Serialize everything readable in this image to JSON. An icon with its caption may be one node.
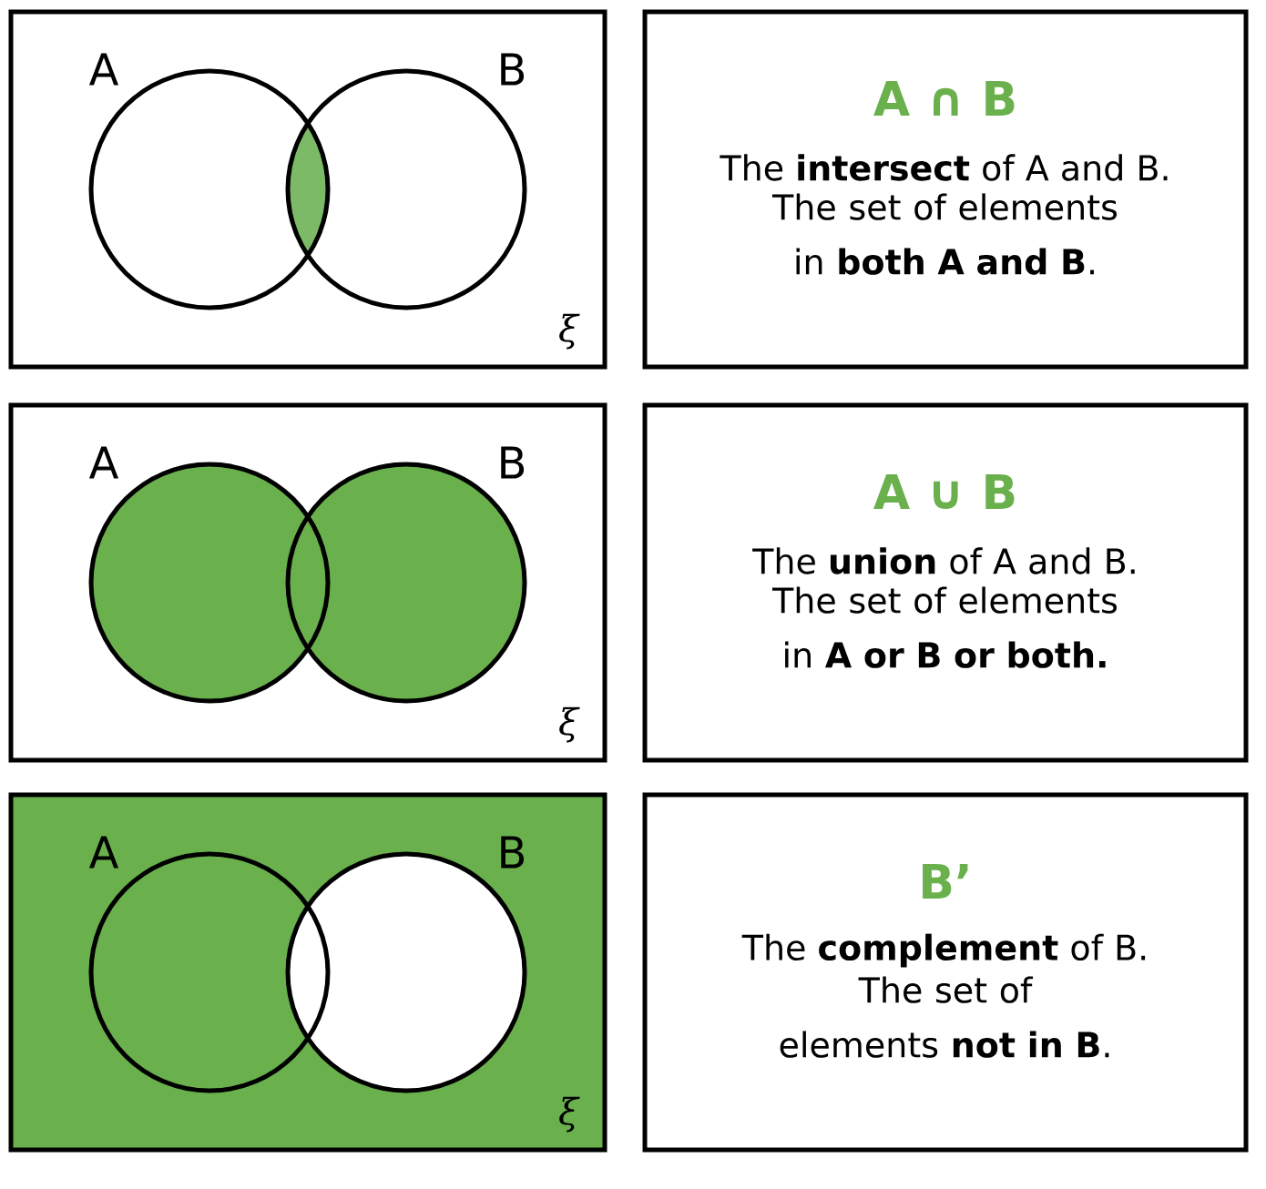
{
  "diagram": {
    "nodes": [
      {
        "text": [
          "ξ"
        ]
      },
      {
        "text": [
          "A"
        ],
        "in": 0
      },
      {
        "text": [
          "B"
        ],
        "in": 0
      },
      {
        "text": [
          "A ∩ B",
          "The **intersect** of A and B.",
          "The set of elements in **both A and B**."
        ]
      },
      {
        "text": [
          "ξ"
        ]
      },
      {
        "text": [
          "A"
        ],
        "in": 4
      },
      {
        "text": [
          "B"
        ],
        "in": 4
      },
      {
        "text": [
          "A ∪ B",
          "The **union** of A and B.",
          "The set of elements in **A or B or both.**"
        ]
      },
      {
        "text": [
          "ξ"
        ]
      },
      {
        "text": [
          "A"
        ],
        "in": 8
      },
      {
        "text": [
          "B"
        ],
        "in": 8
      },
      {
        "text": [
          "B’",
          "The **complement** of B.",
          "The set of elements **not in B**."
        ]
      }
    ]
  }
}
